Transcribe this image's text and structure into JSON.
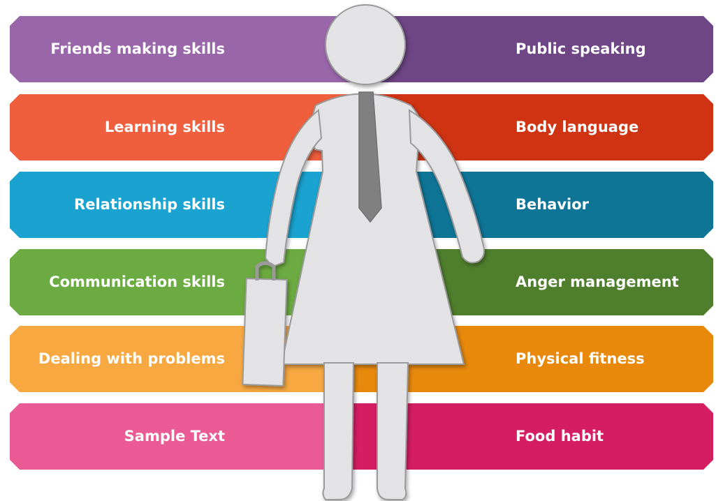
{
  "left_items": [
    {
      "label": "Friends making skills",
      "color": "#9966aa"
    },
    {
      "label": "Learning skills",
      "color": "#ef5e3d"
    },
    {
      "label": "Relationship skills",
      "color": "#1aa3d0"
    },
    {
      "label": "Communication skills",
      "color": "#6cab41"
    },
    {
      "label": "Dealing with problems",
      "color": "#f7a841"
    },
    {
      "label": "Sample Text",
      "color": "#ea5a94"
    }
  ],
  "right_items": [
    {
      "label": "Public speaking",
      "color": "#6e4585"
    },
    {
      "label": "Body language",
      "color": "#cf3312"
    },
    {
      "label": "Behavior",
      "color": "#0e7597"
    },
    {
      "label": "Anger management",
      "color": "#4f7f2c"
    },
    {
      "label": "Physical fitness",
      "color": "#e8890c"
    },
    {
      "label": "Food habit",
      "color": "#d41d63"
    }
  ],
  "figure_colors": {
    "body": "#e3e3e5",
    "outline": "#9a9a9a",
    "tie": "#808080"
  }
}
